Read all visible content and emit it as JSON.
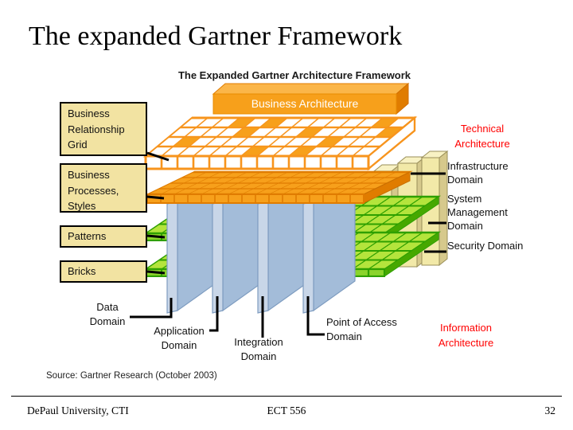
{
  "slide": {
    "title": "The expanded Gartner Framework",
    "footer": {
      "left": "DePaul University, CTI",
      "center": "ECT 556",
      "page_number": "32"
    }
  },
  "diagram": {
    "title": "The Expanded Gartner Architecture Framework",
    "source_note": "Source: Gartner Research (October 2003)",
    "business_architecture_label": "Business Architecture",
    "left_labels": [
      "Business Relationship Grid",
      "Business Processes, Styles",
      "Patterns",
      "Bricks"
    ],
    "right_section": {
      "title": "Technical Architecture",
      "items": [
        "Infrastructure Domain",
        "System Management Domain",
        "Security Domain"
      ]
    },
    "bottom_labels": [
      "Data Domain",
      "Application Domain",
      "Integration Domain",
      "Point of Access Domain"
    ],
    "information_architecture_label": "Information Architecture",
    "colors": {
      "orange_main": "#F7A01B",
      "orange_top": "#FBB649",
      "orange_dark": "#E07C00",
      "wireframe_stroke": "#F7941D",
      "green_cell": "#B4E43C",
      "green_stroke": "#2FA000",
      "green_front": "#8BD42C",
      "green_side": "#46A800",
      "blue_slab_face": "#A3BCD9",
      "blue_slab_edge": "#C8D6E8",
      "yellow_slab_front": "#F2E9A8",
      "yellow_slab_side": "#D6C98C",
      "label_box_bg": "#F2E3A2",
      "architecture_text": "#FF0000"
    }
  }
}
